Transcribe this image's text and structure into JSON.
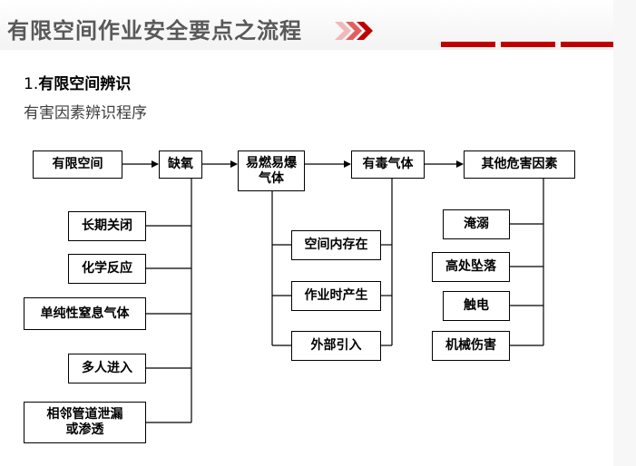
{
  "title": "有限空间作业安全要点之流程",
  "section": {
    "number": "1.",
    "label": "有限空间辨识"
  },
  "subtitle": "有害因素辨识程序",
  "colors": {
    "accent": "#c00000",
    "title": "#595959",
    "line": "#000000"
  },
  "flow": [
    {
      "id": "confined-space",
      "label": "有限空间"
    },
    {
      "id": "oxygen-deficiency",
      "label": "缺氧"
    },
    {
      "id": "flammable-explosive-gas",
      "label": "易燃易爆\n气体"
    },
    {
      "id": "toxic-gas",
      "label": "有毒气体"
    },
    {
      "id": "other-hazards",
      "label": "其他危害因素"
    }
  ],
  "oxygen_causes": [
    {
      "id": "long-term-closed",
      "label": "长期关闭"
    },
    {
      "id": "chemical-reaction",
      "label": "化学反应"
    },
    {
      "id": "simple-asphyxiant",
      "label": "单纯性窒息气体"
    },
    {
      "id": "multiple-entry",
      "label": "多人进入"
    },
    {
      "id": "pipe-leak",
      "label": "相邻管道泄漏\n或渗透"
    }
  ],
  "gas_sources": [
    {
      "id": "existing-in-space",
      "label": "空间内存在"
    },
    {
      "id": "produced-during-work",
      "label": "作业时产生"
    },
    {
      "id": "external-intro",
      "label": "外部引入"
    }
  ],
  "other_hazards": [
    {
      "id": "drowning",
      "label": "淹溺"
    },
    {
      "id": "fall-from-height",
      "label": "高处坠落"
    },
    {
      "id": "electric-shock",
      "label": "触电"
    },
    {
      "id": "mechanical-injury",
      "label": "机械伤害"
    }
  ]
}
